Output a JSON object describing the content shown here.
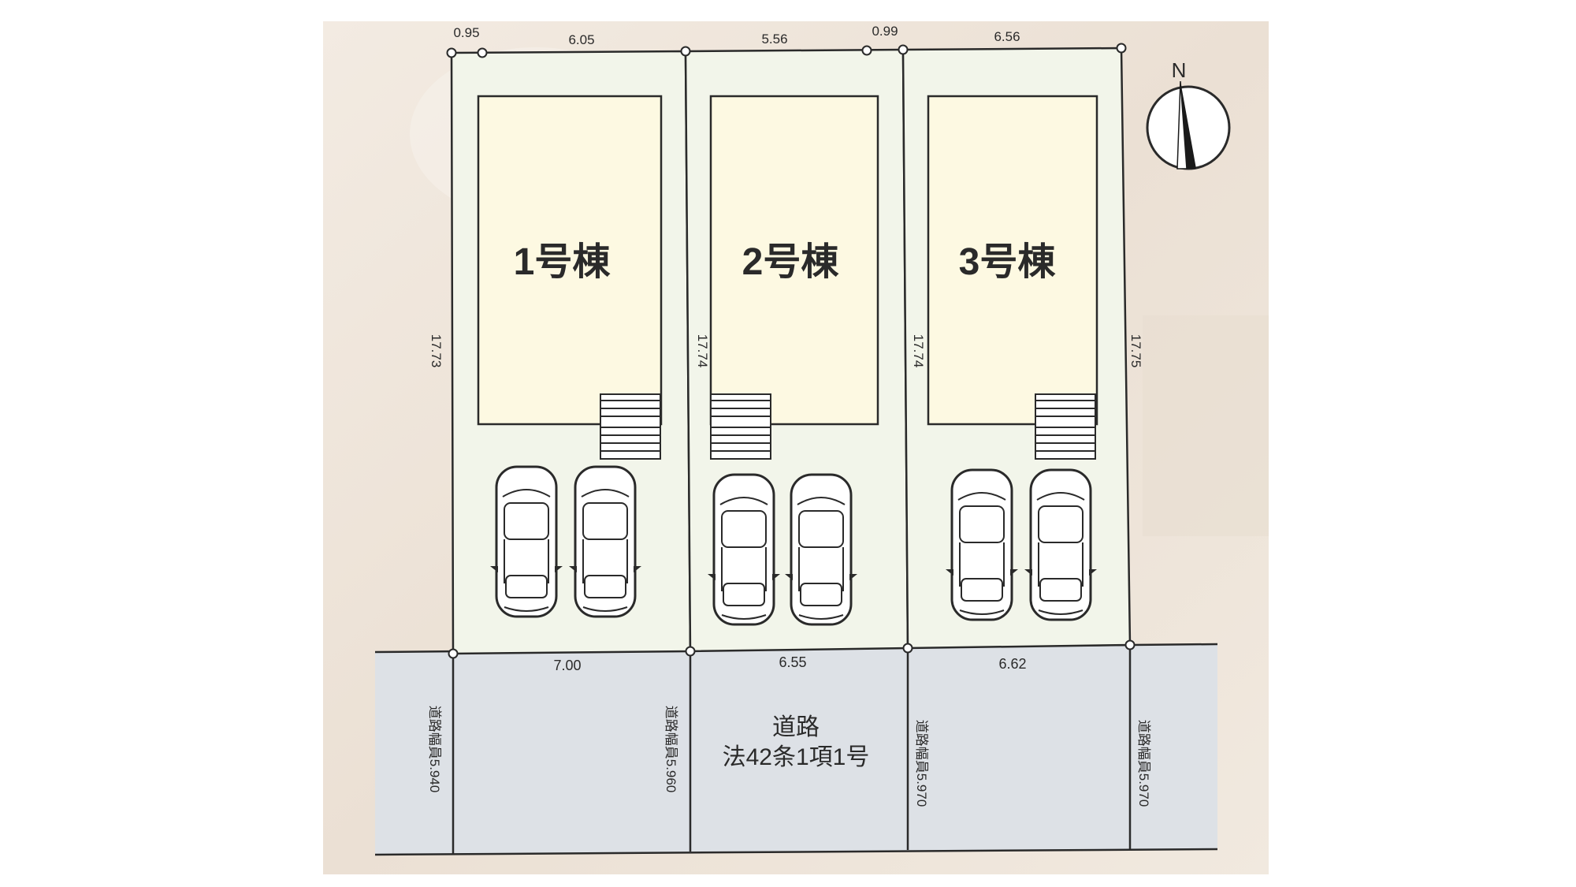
{
  "lots": [
    {
      "name": "1号棟",
      "left_depth": "17.73"
    },
    {
      "name": "2号棟",
      "left_depth": "17.74"
    },
    {
      "name": "3号棟",
      "left_depth": "17.74",
      "right_depth": "17.75"
    }
  ],
  "top_dims": [
    "0.95",
    "6.05",
    "5.56",
    "0.99",
    "6.56"
  ],
  "frontages": [
    "7.00",
    "6.55",
    "6.62"
  ],
  "road_widths": [
    "道路幅員5.940",
    "道路幅員5.960",
    "道路幅員5.970",
    "道路幅員5.970"
  ],
  "road": {
    "line1": "道路",
    "line2": "法42条1項1号"
  },
  "compass": {
    "label": "N"
  },
  "colors": {
    "background": "#efe6dc",
    "lot_fill": "#f2f5ea",
    "house_fill": "#fdf9e2",
    "road_fill": "#dde1e6",
    "line": "#2a2a2a"
  }
}
